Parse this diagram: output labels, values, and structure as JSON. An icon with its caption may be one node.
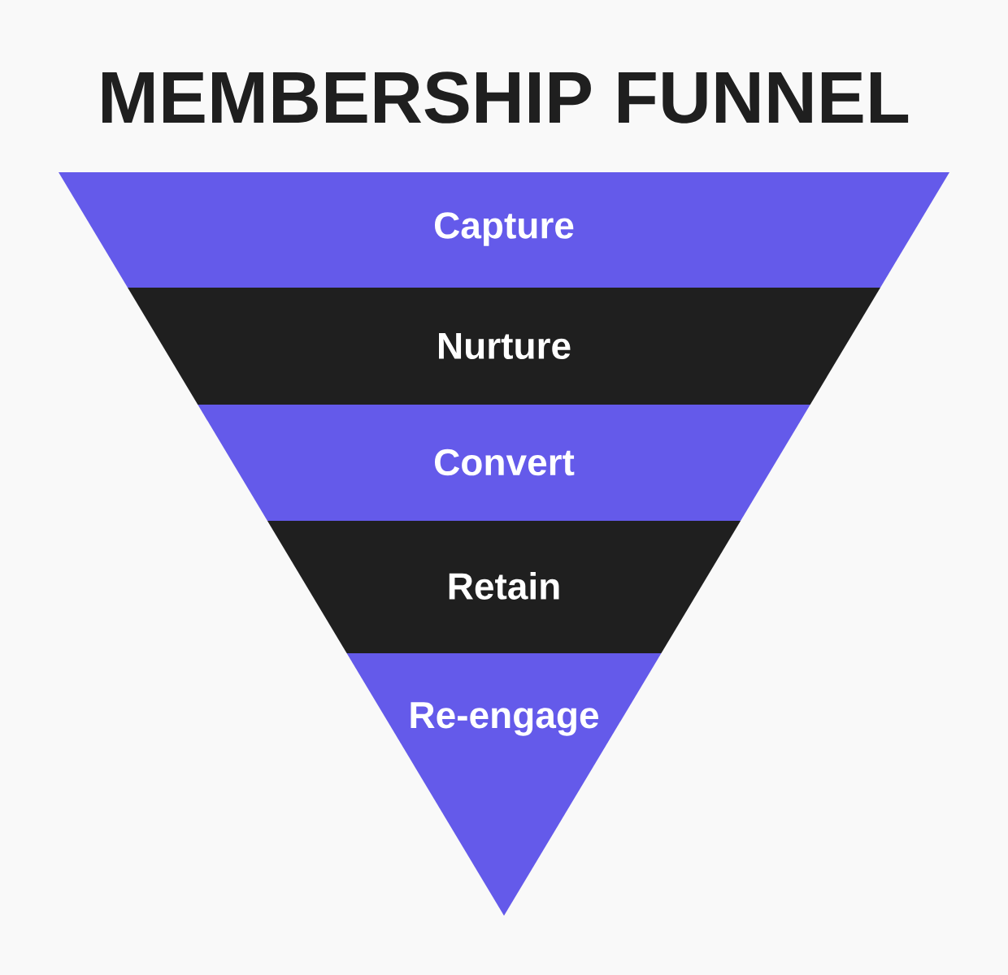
{
  "diagram": {
    "title": "MEMBERSHIP FUNNEL",
    "nodes": [
      {
        "text": [
          "Capture"
        ]
      },
      {
        "text": [
          "Nurture"
        ]
      },
      {
        "text": [
          "Convert"
        ]
      },
      {
        "text": [
          "Retain"
        ]
      },
      {
        "text": [
          "Re-engage"
        ]
      }
    ]
  }
}
